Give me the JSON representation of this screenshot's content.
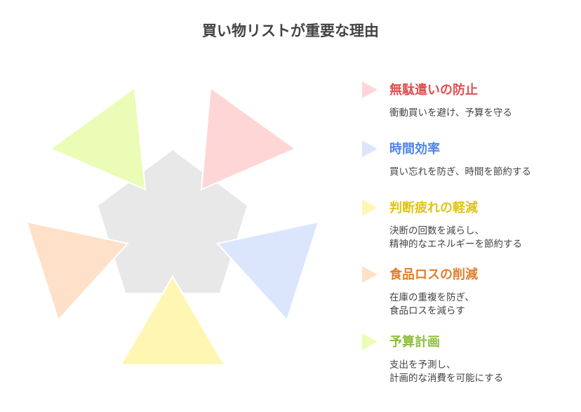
{
  "title": "買い物リストが重要な理由",
  "items": [
    {
      "heading": "無駄遣いの防止",
      "desc1": "衝動買いを避け、予算を守る",
      "desc2": "",
      "color": "#e05050",
      "fill": "#ffd6d6"
    },
    {
      "heading": "時間効率",
      "desc1": "買い忘れを防ぎ、時間を節約する",
      "desc2": "",
      "color": "#4f86e3",
      "fill": "#dbe6fc"
    },
    {
      "heading": "判断疲れの軽減",
      "desc1": "決断の回数を減らし、",
      "desc2": "精神的なエネルギーを節約する",
      "color": "#e0c418",
      "fill": "#fff6b3"
    },
    {
      "heading": "食品ロスの削減",
      "desc1": "在庫の重複を防ぎ、",
      "desc2": "食品ロスを減らす",
      "color": "#e07f2c",
      "fill": "#ffe0c8"
    },
    {
      "heading": "予算計画",
      "desc1": "支出を予測し、",
      "desc2": "計画的な消費を可能にする",
      "color": "#8cbf3a",
      "fill": "#eafcb6"
    }
  ]
}
